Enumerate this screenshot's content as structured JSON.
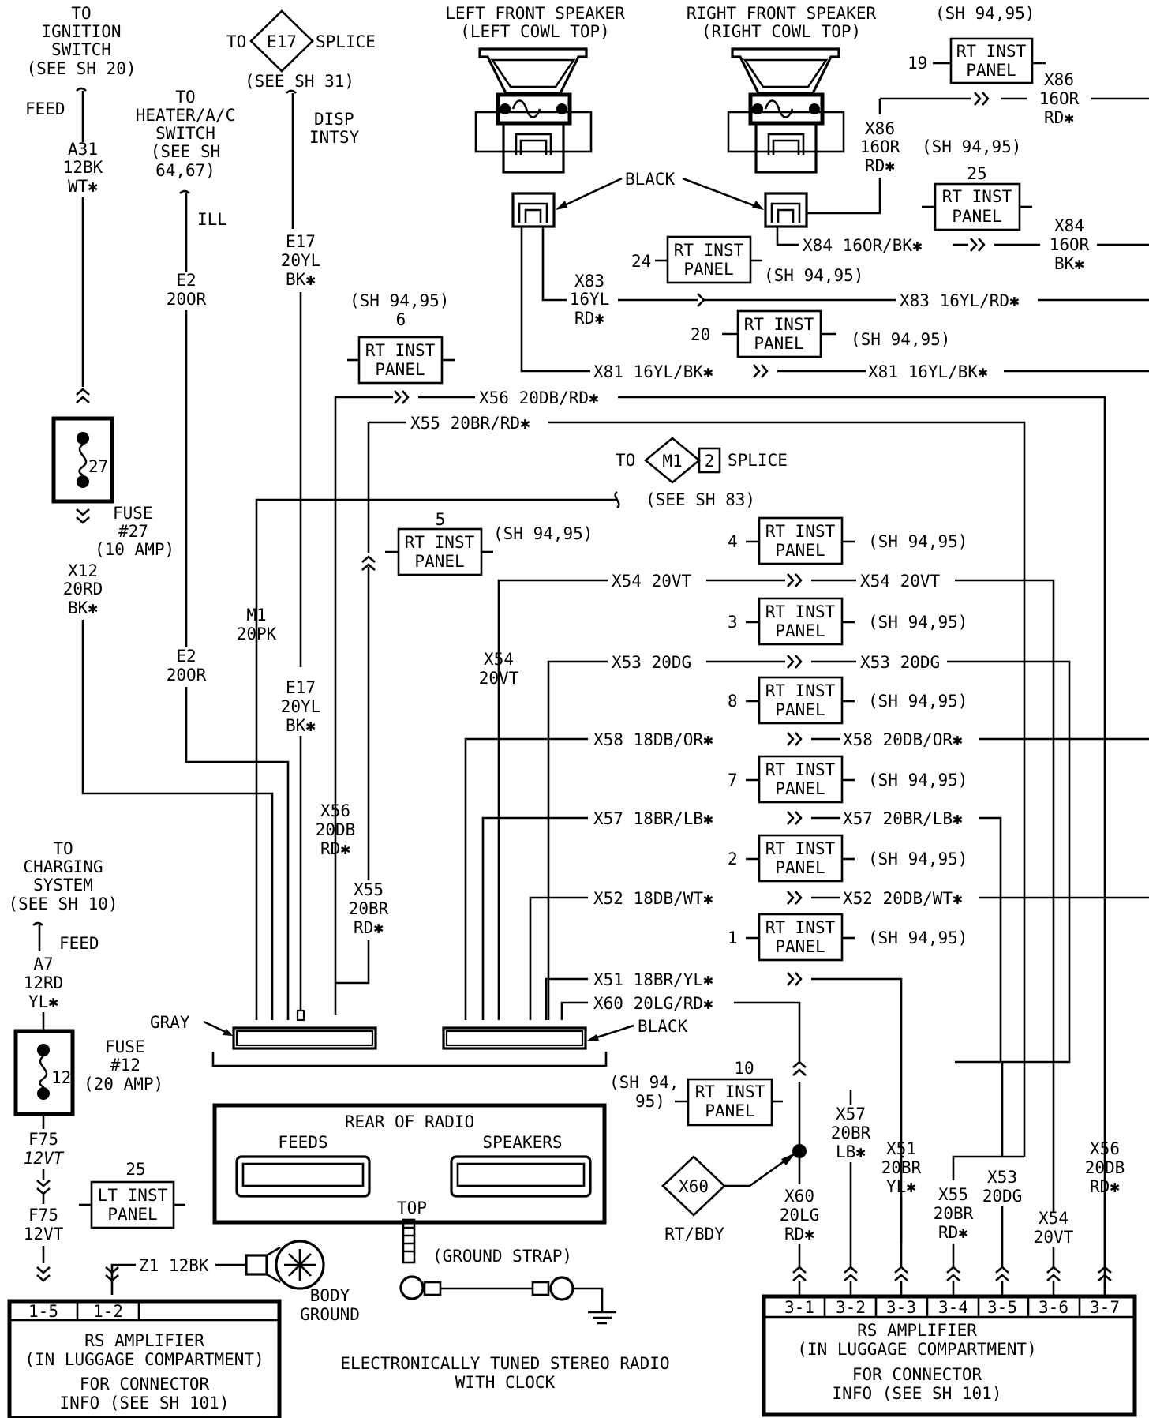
{
  "top_left": {
    "ign_to": "TO",
    "ign_1": "IGNITION",
    "ign_2": "SWITCH",
    "ign_3": "(SEE SH 20)",
    "feed": "FEED",
    "a31": "A31",
    "a31_g": "12BK",
    "a31_c": "WT✱",
    "heat_to": "TO",
    "heat_1": "HEATER/A/C",
    "heat_2": "SWITCH",
    "heat_3": "(SEE SH",
    "heat_4": "64,67)",
    "ill": "ILL",
    "e2": "E2",
    "e2_g": "20OR",
    "e17_to": "TO",
    "e17_tag": "E17",
    "e17_splice": "SPLICE",
    "e17_see": "(SEE SH 31)",
    "disp1": "DISP",
    "disp2": "INTSY",
    "e17": "E17",
    "e17_g": "20YL",
    "e17_c": "BK✱"
  },
  "fuse27": {
    "num": "27",
    "l1": "FUSE",
    "l2": "#27",
    "l3": "(10 AMP)",
    "x12": "X12",
    "x12_g": "20RD",
    "x12_c": "BK✱"
  },
  "speakers": {
    "lf1": "LEFT FRONT SPEAKER",
    "lf2": "(LEFT COWL TOP)",
    "rf1": "RIGHT FRONT SPEAKER",
    "rf2": "(RIGHT COWL TOP)",
    "black": "BLACK"
  },
  "panel_label": "RT INST",
  "panel_label2": "PANEL",
  "sh": "(SH 94,95)",
  "wires": {
    "x86a": "X86",
    "x86a_g": "16OR",
    "x86a_c": "RD✱",
    "x86b": "X86",
    "x86b_g": "16OR",
    "x86b_c": "RD✱",
    "x84": "X84 16OR/BK✱",
    "x84b": "X84",
    "x84b_g": "16OR",
    "x84b_c": "BK✱",
    "x83a": "X83",
    "x83a_g": "16YL",
    "x83a_c": "RD✱",
    "x83b": "X83 16YL/RD✱",
    "x81a": "X81 16YL/BK✱",
    "x81b": "X81 16YL/BK✱",
    "x56": "X56 20DB/RD✱",
    "x55": "X55 20BR/RD✱",
    "m1_to": "TO",
    "m1_tag": "M1",
    "m1_num": "2",
    "m1_splice": "SPLICE",
    "m1_see": "(SEE SH 83)",
    "m1": "M1",
    "m1_g": "20PK",
    "e2b": "E2",
    "e2b_g": "20OR",
    "e17b": "E17",
    "e17b_g": "20YL",
    "e17b_c": "BK✱",
    "x56v": "X56",
    "x56v_g": "20DB",
    "x56v_c": "RD✱",
    "x55v": "X55",
    "x55v_g": "20BR",
    "x55v_c": "RD✱",
    "x54a": "X54 20VT",
    "x54b": "X54 20VT",
    "x54v": "X54",
    "x54v_g": "20VT",
    "x53a": "X53 20DG",
    "x53b": "X53 20DG",
    "x58a": "X58 18DB/OR✱",
    "x58b": "X58 20DB/OR✱",
    "x57a": "X57 18BR/LB✱",
    "x57b": "X57 20BR/LB✱",
    "x52a": "X52 18DB/WT✱",
    "x52b": "X52 20DB/WT✱",
    "x51": "X51 18BR/YL✱",
    "x60": "X60 20LG/RD✱",
    "gray": "GRAY",
    "black2": "BLACK"
  },
  "panel_nums": {
    "p19": "19",
    "p25": "25",
    "p24": "24",
    "p20": "20",
    "p6": "6",
    "p5": "5",
    "p4": "4",
    "p3": "3",
    "p8": "8",
    "p7": "7",
    "p2": "2",
    "p1": "1",
    "p10": "10"
  },
  "sh_split": {
    "a": "(SH 94,",
    "b": "95)"
  },
  "charging": {
    "to": "TO",
    "l1": "CHARGING",
    "l2": "SYSTEM",
    "l3": "(SEE SH 10)",
    "feed": "FEED",
    "a7": "A7",
    "a7_g": "12RD",
    "a7_c": "YL✱",
    "f_num": "12",
    "f1": "FUSE",
    "f2": "#12",
    "f3": "(20 AMP)",
    "f75a": "F75",
    "f75a_g": "12VT",
    "f75b": "F75",
    "f75b_g": "12VT",
    "lt25": "25",
    "lt1": "LT INST",
    "lt2": "PANEL",
    "z1": "Z1 12BK",
    "bg1": "BODY",
    "bg2": "GROUND"
  },
  "radio": {
    "title": "REAR OF RADIO",
    "feeds": "FEEDS",
    "speakers": "SPEAKERS",
    "top": "TOP",
    "strap": "(GROUND STRAP)",
    "caption1": "ELECTRONICALLY TUNED STEREO RADIO",
    "caption2": "WITH CLOCK"
  },
  "splice_x60": {
    "tag": "X60",
    "loc": "RT/BDY"
  },
  "amp_left": {
    "p1": "1-5",
    "p2": "1-2",
    "l1": "RS AMPLIFIER",
    "l2": "(IN LUGGAGE COMPARTMENT)",
    "l3": "FOR CONNECTOR",
    "l4": "INFO (SEE SH 101)"
  },
  "amp_right": {
    "pins": [
      "3-1",
      "3-2",
      "3-3",
      "3-4",
      "3-5",
      "3-6",
      "3-7"
    ],
    "l1": "RS AMPLIFIER",
    "l2": "(IN LUGGAGE COMPARTMENT)",
    "l3": "FOR CONNECTOR",
    "l4": "INFO (SEE SH 101)"
  },
  "right_wires": {
    "x60": "X60",
    "x60_g": "20LG",
    "x60_c": "RD✱",
    "x57": "X57",
    "x57_g": "20BR",
    "x57_c": "LB✱",
    "x51": "X51",
    "x51_g": "20BR",
    "x51_c": "YL✱",
    "x55": "X55",
    "x55_g": "20BR",
    "x55_c": "RD✱",
    "x53": "X53",
    "x53_g": "20DG",
    "x54": "X54",
    "x54_g": "20VT",
    "x56": "X56",
    "x56_g": "20DB",
    "x56_c": "RD✱"
  }
}
